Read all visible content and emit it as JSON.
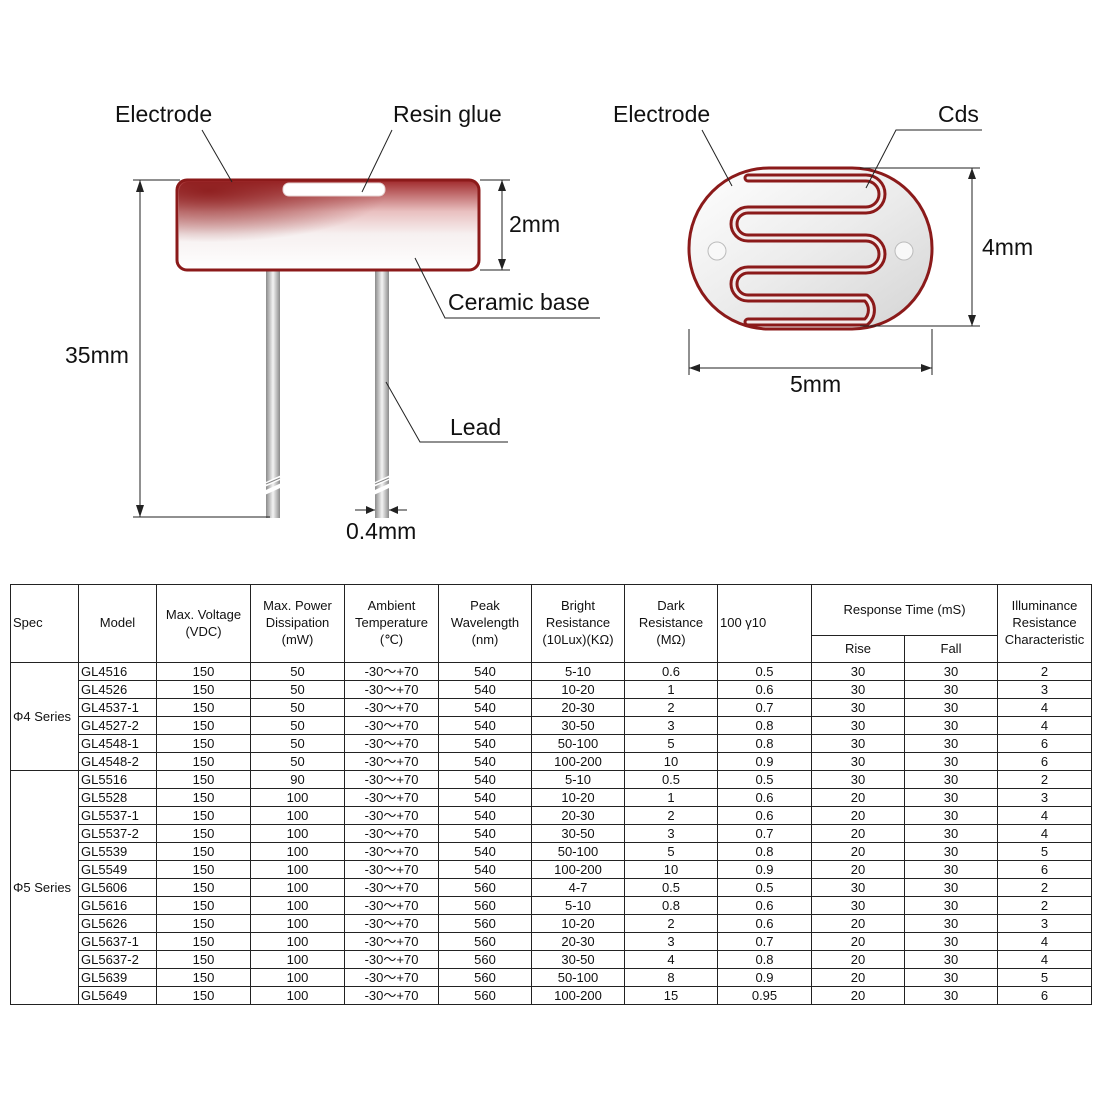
{
  "diagram": {
    "side_view": {
      "electrode": "Electrode",
      "resin_glue": "Resin glue",
      "thickness": "2mm",
      "ceramic_base": "Ceramic base",
      "length": "35mm",
      "lead": "Lead",
      "lead_diameter": "0.4mm"
    },
    "top_view": {
      "electrode": "Electrode",
      "cds": "Cds",
      "height": "4mm",
      "width": "5mm"
    },
    "colors": {
      "body_red": "#8b1a1a",
      "dimension_line": "#222222"
    }
  },
  "table": {
    "headers": {
      "spec": "Spec",
      "model": "Model",
      "max_voltage": "Max. Voltage (VDC)",
      "max_power": "Max. Power Dissipation (mW)",
      "ambient_temp": "Ambient Temperature (℃)",
      "peak_wavelength": "Peak Wavelength (nm)",
      "bright_resistance": "Bright Resistance (10Lux)(KΩ)",
      "dark_resistance": "Dark Resistance (MΩ)",
      "gamma": "100 γ10",
      "response_time": "Response Time (mS)",
      "rise": "Rise",
      "fall": "Fall",
      "illuminance": "Illuminance Resistance Characteristic"
    },
    "series": [
      {
        "name": "Φ4 Series",
        "rows": [
          [
            "GL4516",
            "150",
            "50",
            "-30～+70",
            "540",
            "5-10",
            "0.6",
            "0.5",
            "30",
            "30",
            "2"
          ],
          [
            "GL4526",
            "150",
            "50",
            "-30～+70",
            "540",
            "10-20",
            "1",
            "0.6",
            "30",
            "30",
            "3"
          ],
          [
            "GL4537-1",
            "150",
            "50",
            "-30～+70",
            "540",
            "20-30",
            "2",
            "0.7",
            "30",
            "30",
            "4"
          ],
          [
            "GL4527-2",
            "150",
            "50",
            "-30～+70",
            "540",
            "30-50",
            "3",
            "0.8",
            "30",
            "30",
            "4"
          ],
          [
            "GL4548-1",
            "150",
            "50",
            "-30～+70",
            "540",
            "50-100",
            "5",
            "0.8",
            "30",
            "30",
            "6"
          ],
          [
            "GL4548-2",
            "150",
            "50",
            "-30～+70",
            "540",
            "100-200",
            "10",
            "0.9",
            "30",
            "30",
            "6"
          ]
        ]
      },
      {
        "name": "Φ5 Series",
        "rows": [
          [
            "GL5516",
            "150",
            "90",
            "-30～+70",
            "540",
            "5-10",
            "0.5",
            "0.5",
            "30",
            "30",
            "2"
          ],
          [
            "GL5528",
            "150",
            "100",
            "-30～+70",
            "540",
            "10-20",
            "1",
            "0.6",
            "20",
            "30",
            "3"
          ],
          [
            "GL5537-1",
            "150",
            "100",
            "-30～+70",
            "540",
            "20-30",
            "2",
            "0.6",
            "20",
            "30",
            "4"
          ],
          [
            "GL5537-2",
            "150",
            "100",
            "-30～+70",
            "540",
            "30-50",
            "3",
            "0.7",
            "20",
            "30",
            "4"
          ],
          [
            "GL5539",
            "150",
            "100",
            "-30～+70",
            "540",
            "50-100",
            "5",
            "0.8",
            "20",
            "30",
            "5"
          ],
          [
            "GL5549",
            "150",
            "100",
            "-30～+70",
            "540",
            "100-200",
            "10",
            "0.9",
            "20",
            "30",
            "6"
          ],
          [
            "GL5606",
            "150",
            "100",
            "-30～+70",
            "560",
            "4-7",
            "0.5",
            "0.5",
            "30",
            "30",
            "2"
          ],
          [
            "GL5616",
            "150",
            "100",
            "-30～+70",
            "560",
            "5-10",
            "0.8",
            "0.6",
            "30",
            "30",
            "2"
          ],
          [
            "GL5626",
            "150",
            "100",
            "-30～+70",
            "560",
            "10-20",
            "2",
            "0.6",
            "20",
            "30",
            "3"
          ],
          [
            "GL5637-1",
            "150",
            "100",
            "-30～+70",
            "560",
            "20-30",
            "3",
            "0.7",
            "20",
            "30",
            "4"
          ],
          [
            "GL5637-2",
            "150",
            "100",
            "-30～+70",
            "560",
            "30-50",
            "4",
            "0.8",
            "20",
            "30",
            "4"
          ],
          [
            "GL5639",
            "150",
            "100",
            "-30～+70",
            "560",
            "50-100",
            "8",
            "0.9",
            "20",
            "30",
            "5"
          ],
          [
            "GL5649",
            "150",
            "100",
            "-30～+70",
            "560",
            "100-200",
            "15",
            "0.95",
            "20",
            "30",
            "6"
          ]
        ]
      }
    ]
  }
}
